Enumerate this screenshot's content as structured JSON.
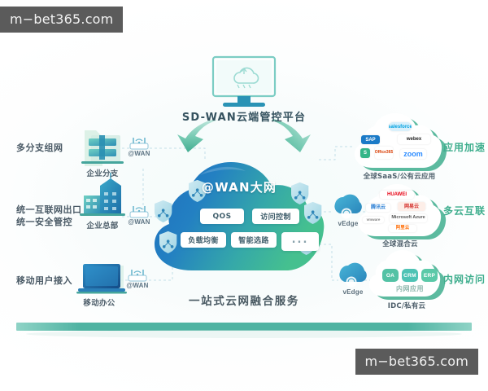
{
  "watermark": {
    "top_left": "m−bet365.com",
    "bottom_right": "m−bet365.com"
  },
  "platform": {
    "title": "SD-WAN云端管控平台",
    "icon": "monitor-cloud-icon"
  },
  "core_cloud": {
    "title": "@WAN大网",
    "tags": [
      "QOS",
      "访问控制",
      "负载均衡",
      "智能选路",
      "..."
    ],
    "edge_nodes": 6
  },
  "bottom_caption": "一站式云网融合服务",
  "left_column": {
    "scenarios": [
      {
        "label": "多分支组网"
      },
      {
        "label": "统一互联网出口",
        "label2": "统一安全管控"
      },
      {
        "label": "移动用户接入"
      }
    ],
    "nodes": [
      {
        "caption": "企业分支",
        "icon": "office-building-icon",
        "wan": "@WAN"
      },
      {
        "caption": "企业总部",
        "icon": "headquarters-building-icon",
        "wan": "@WAN"
      },
      {
        "caption": "移动办公",
        "icon": "laptop-icon",
        "wan": "@WAN"
      }
    ]
  },
  "right_column": {
    "groups": [
      {
        "caption": "全球SaaS/公有云应用",
        "label": "应用加速",
        "logos": [
          "salesforce",
          "SAP",
          "webex",
          "S",
          "Office365",
          "zoom"
        ]
      },
      {
        "caption": "全球混合云",
        "label": "多云互联",
        "logos": [
          "HUAWEI",
          "腾讯云",
          "网易云",
          "vmware",
          "Microsoft Azure",
          "阿里云"
        ],
        "vedge": "vEdge"
      },
      {
        "caption": "IDC/私有云",
        "label": "内网访问",
        "apps": [
          "OA",
          "CRM",
          "ERP"
        ],
        "apps_caption": "内网应用",
        "vedge": "vEdge"
      }
    ]
  },
  "colors": {
    "cloud_blue": "#1f74bd",
    "cloud_green": "#3fb894",
    "accent_teal": "#3fae8e",
    "arrow_green": "#49b89a",
    "platform_bar": "#54b7a6",
    "watermark_bg": "#5b5b5b",
    "label_dark": "#4a5a66",
    "dash_line": "#b9dbe6"
  }
}
